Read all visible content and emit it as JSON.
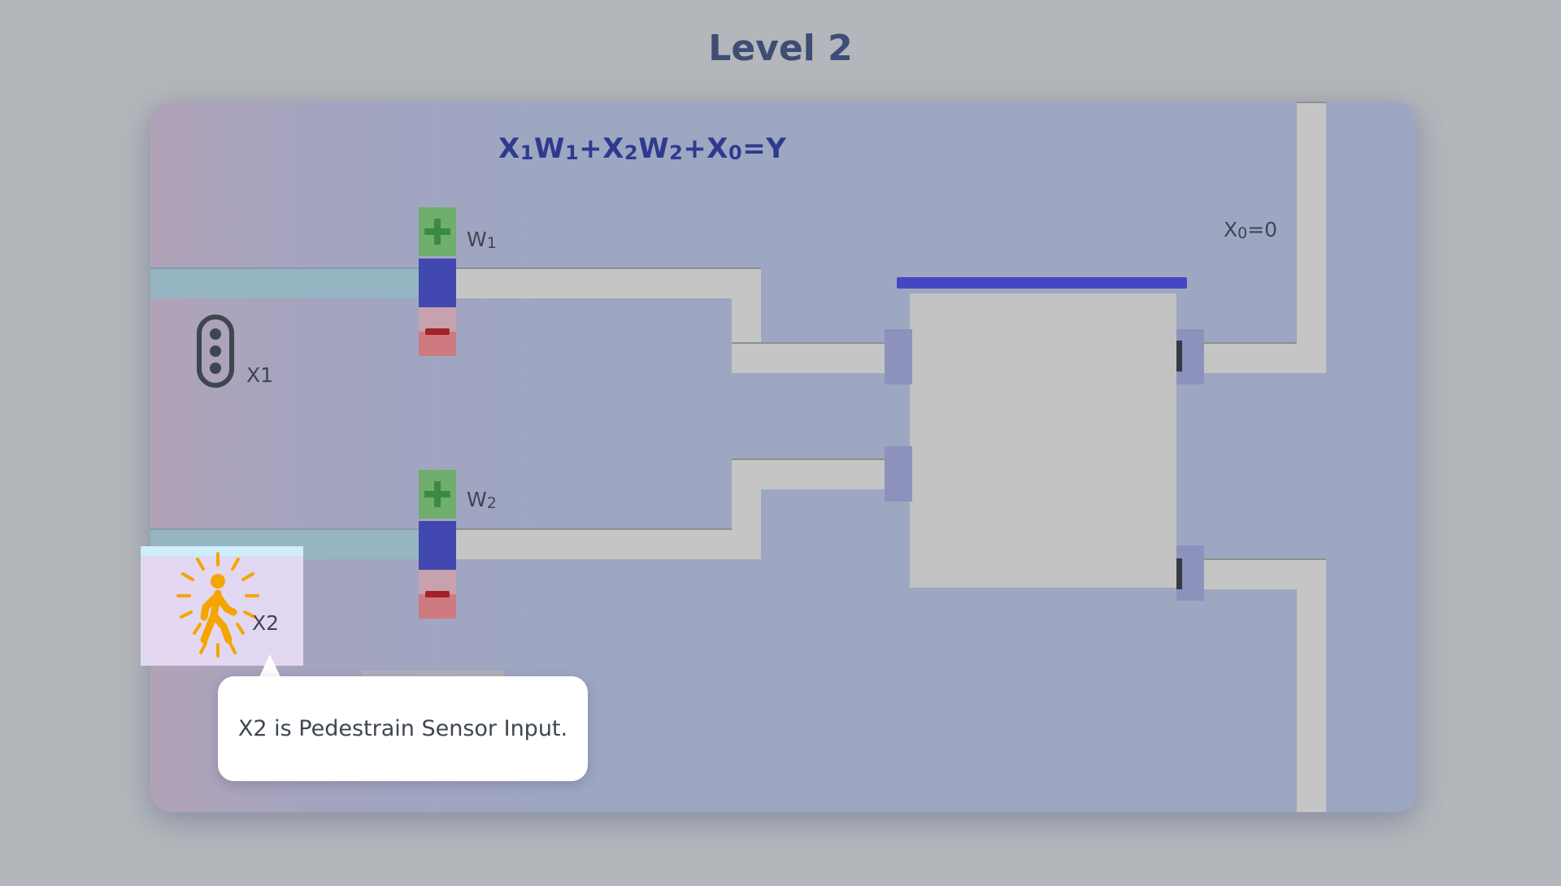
{
  "level": {
    "title": "Level 2"
  },
  "formula": {
    "x1": "X",
    "x1_sub": "1",
    "w1": "W",
    "w1_sub": "1",
    "plus1": "+",
    "x2": "X",
    "x2_sub": "2",
    "w2": "W",
    "w2_sub": "2",
    "plus2": "+",
    "x0": "X",
    "x0_sub": "0",
    "eq": "=Y"
  },
  "weights": [
    {
      "label": "W",
      "sub": "1"
    },
    {
      "label": "W",
      "sub": "2"
    }
  ],
  "inputs": {
    "x1": {
      "label": "X",
      "sub": "1",
      "icon": "traffic-light-icon"
    },
    "x2": {
      "label": "X",
      "sub": "2",
      "icon": "pedestrian-icon"
    }
  },
  "bias": {
    "label": "X",
    "sub": "0",
    "value": "=0"
  },
  "tooltip": {
    "text": "X2 is Pedestrain Sensor Input."
  },
  "colors": {
    "accent": "#2f3a8f",
    "node_bar": "#4547c2",
    "plus": "#6fae6c",
    "minus": "#cf7a7e",
    "pedestrian": "#f5a500"
  }
}
